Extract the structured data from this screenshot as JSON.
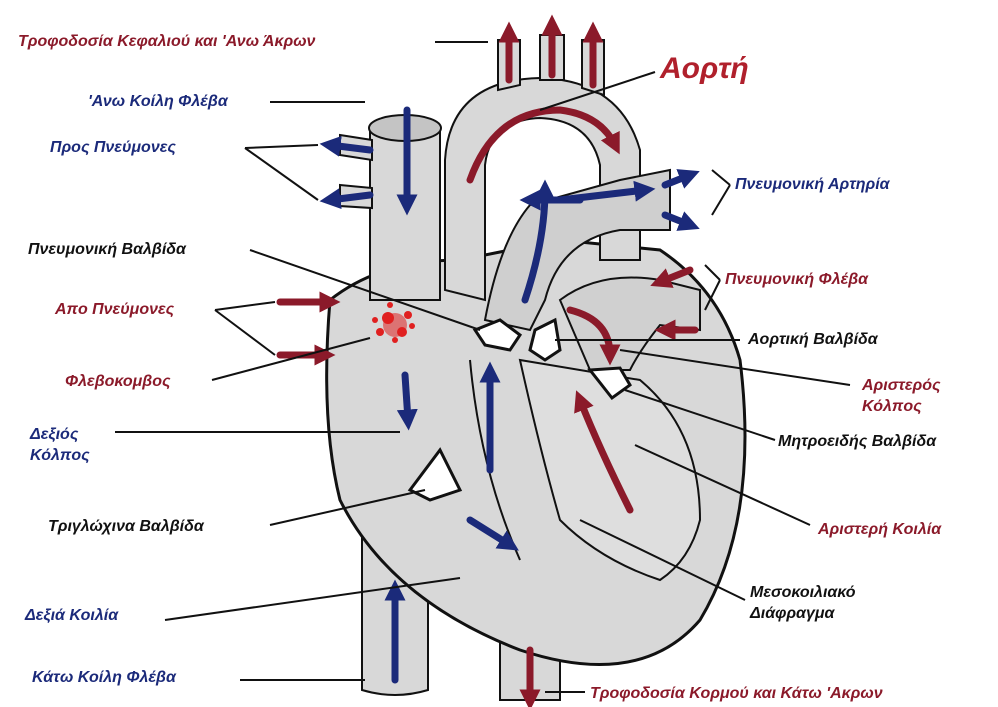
{
  "colors": {
    "artery": "#8b1a2a",
    "vein": "#1b2a7a",
    "heart_fill": "#d8d8d8",
    "outline": "#111111",
    "aorta_title": "#b0202c"
  },
  "labels": {
    "head_supply": "Τροφοδοσία Κεφαλιού και 'Ανω Άκρων",
    "aorta": "Αορτή",
    "superior_vena_cava": "'Ανω Κοίλη Φλέβα",
    "to_lungs": "Προς Πνεύμονες",
    "pulmonary_artery": "Πνευμονική Αρτηρία",
    "pulmonary_valve": "Πνευμονική Βαλβίδα",
    "pulmonary_vein": "Πνευμονική Φλέβα",
    "from_lungs": "Απο Πνεύμονες",
    "aortic_valve": "Αορτική Βαλβίδα",
    "sinoatrial_node": "Φλεβοκομβος",
    "left_atrium_1": "Αριστερός",
    "left_atrium_2": "Κόλπος",
    "right_atrium_1": "Δεξιός",
    "right_atrium_2": "Κόλπος",
    "mitral_valve": "Μητροειδής Βαλβίδα",
    "tricuspid_valve": "Τριγλώχινα Βαλβίδα",
    "left_ventricle": "Αριστερή Κοιλία",
    "septum_1": "Μεσοκοιλιακό",
    "septum_2": "Διάφραγμα",
    "right_ventricle": "Δεξιά Κοιλία",
    "inferior_vena_cava": "Κάτω Κοίλη Φλέβα",
    "trunk_supply": "Τροφοδοσία Κορμού και Κάτω 'Ακρων"
  }
}
